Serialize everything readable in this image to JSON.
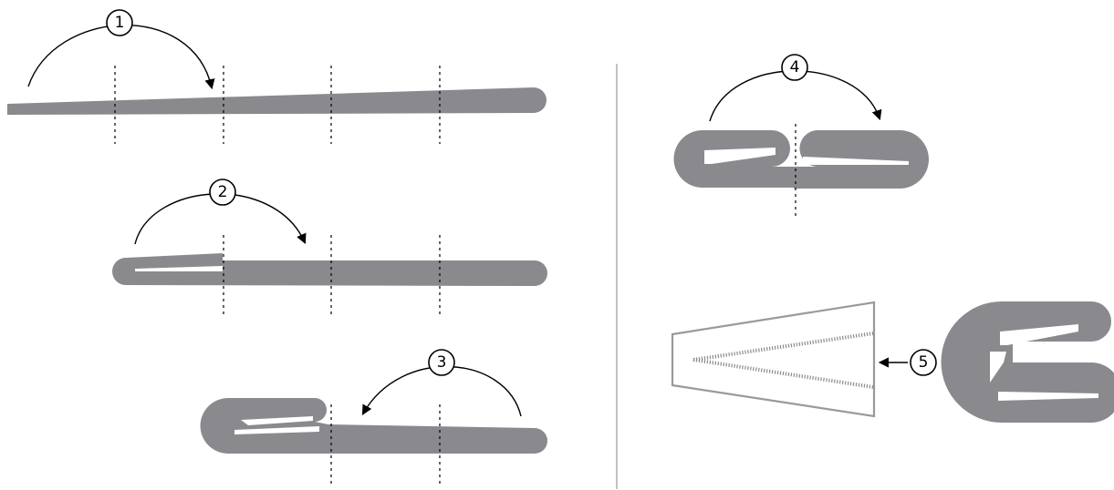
{
  "steps": [
    {
      "id": "step-1",
      "label": "1"
    },
    {
      "id": "step-2",
      "label": "2"
    },
    {
      "id": "step-3",
      "label": "3"
    },
    {
      "id": "step-4",
      "label": "4"
    },
    {
      "id": "step-5",
      "label": "5"
    }
  ],
  "colors": {
    "strip": "#8a8a8e",
    "outline": "#9a9a9a",
    "ink": "#000000",
    "background": "#ffffff"
  }
}
